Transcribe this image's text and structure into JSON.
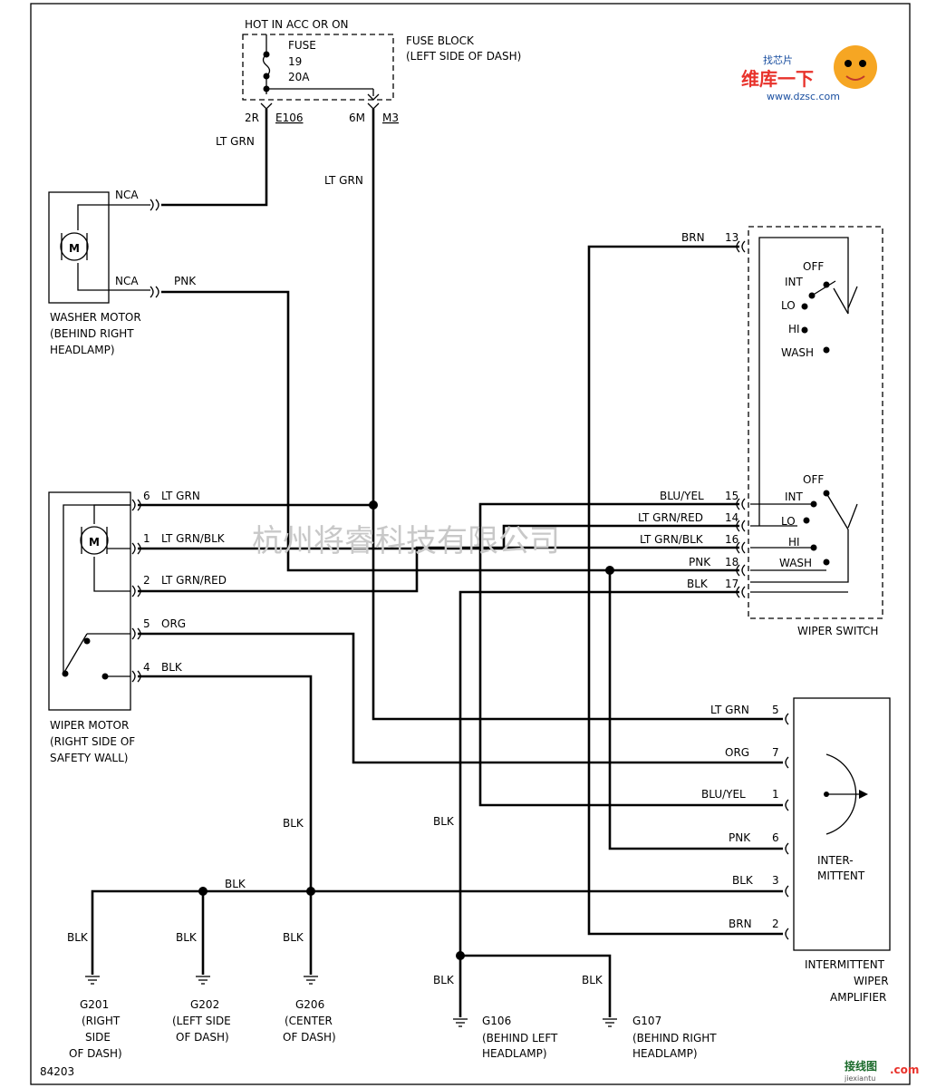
{
  "fuse": {
    "hot": "HOT IN ACC OR ON",
    "fuse": "FUSE",
    "num": "19",
    "amp": "20A",
    "block1": "FUSE BLOCK",
    "block2": "(LEFT SIDE OF DASH)",
    "c1pin": "2R",
    "c1": "E106",
    "c2pin": "6M",
    "c2": "M3"
  },
  "wires": {
    "ltgrn": "LT GRN",
    "ltgrnblk": "LT GRN/BLK",
    "ltgrnred": "LT GRN/RED",
    "nca": "NCA",
    "pnk": "PNK",
    "org": "ORG",
    "blk": "BLK",
    "brn": "BRN",
    "bluyel": "BLU/YEL"
  },
  "washer": {
    "l1": "WASHER MOTOR",
    "l2": "(BEHIND RIGHT",
    "l3": "HEADLAMP)"
  },
  "motor_glyph": "M",
  "wiper_motor": {
    "l1": "WIPER MOTOR",
    "l2": "(RIGHT SIDE OF",
    "l3": "SAFETY WALL)",
    "p6": "6",
    "p1": "1",
    "p2": "2",
    "p5": "5",
    "p4": "4"
  },
  "switch": {
    "title": "WIPER SWITCH",
    "off": "OFF",
    "int": "INT",
    "lo": "LO",
    "hi": "HI",
    "wash": "WASH",
    "p13": "13",
    "p15": "15",
    "p14": "14",
    "p16": "16",
    "p18": "18",
    "p17": "17"
  },
  "amp": {
    "l1": "INTER-",
    "l2": "MITTENT",
    "t1": "INTERMITTENT",
    "t2": "WIPER",
    "t3": "AMPLIFIER",
    "p5": "5",
    "p7": "7",
    "p1": "1",
    "p6": "6",
    "p3": "3",
    "p2": "2"
  },
  "grounds": {
    "g201": [
      "G201",
      "(RIGHT",
      "SIDE",
      "OF DASH)"
    ],
    "g202": [
      "G202",
      "(LEFT SIDE",
      "OF DASH)"
    ],
    "g206": [
      "G206",
      "(CENTER",
      "OF DASH)"
    ],
    "g106": [
      "G106",
      "(BEHIND LEFT",
      "HEADLAMP)"
    ],
    "g107": [
      "G107",
      "(BEHIND RIGHT",
      "HEADLAMP)"
    ]
  },
  "figure_no": "84203",
  "watermark": "杭州将睿科技有限公司",
  "logo": {
    "top": "找芯片",
    "main": "维库一下",
    "url": "www.dzsc.com"
  },
  "footer_logo": "接线图",
  "footer_url": "jiexiantu",
  "footer_com": ".com"
}
